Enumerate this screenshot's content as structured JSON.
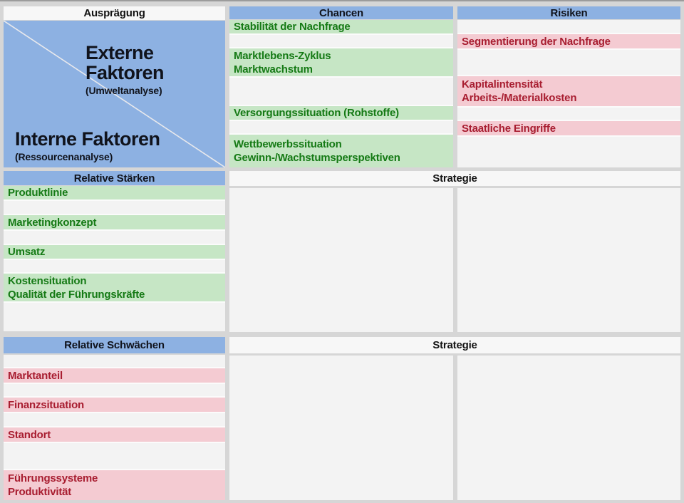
{
  "colors": {
    "page_bg": "#d6d6d6",
    "header_blue": "#8db1e2",
    "strip_bg": "#f7f7f7",
    "empty_bg": "#f3f3f3",
    "green_bg": "#c6e6c5",
    "green_text": "#157a15",
    "pink_bg": "#f4cbd2",
    "red_text": "#a81d30",
    "text_dark": "#131313",
    "diagonal_line": "#e9e9ec"
  },
  "matrix": {
    "axis_header": "Ausprägung",
    "external_title": "Externe Faktoren",
    "external_sub": "(Umweltanalyse)",
    "internal_title": "Interne Faktoren",
    "internal_sub": "(Ressourcenanalyse)"
  },
  "columns": {
    "chancen": {
      "header": "Chancen",
      "rows": [
        {
          "text": "Stabilität der Nachfrage",
          "kind": "green",
          "h": 21
        },
        {
          "text": "",
          "kind": "empty",
          "h": 19
        },
        {
          "text": "Marktlebens-Zyklus\nMarktwachstum",
          "kind": "green",
          "h": 41
        },
        {
          "text": "",
          "kind": "empty",
          "h": 40
        },
        {
          "text": "Versorgungssituation (Rohstoffe)",
          "kind": "green",
          "h": 21
        },
        {
          "text": "",
          "kind": "empty",
          "h": 19
        },
        {
          "text": "Wettbewerbssituation\nGewinn-/Wachstumsperspektiven",
          "kind": "green",
          "h": 46
        }
      ]
    },
    "risiken": {
      "header": "Risiken",
      "rows": [
        {
          "text": "",
          "kind": "empty",
          "h": 20
        },
        {
          "text": "Segmentierung der Nachfrage",
          "kind": "pink",
          "h": 22
        },
        {
          "text": "",
          "kind": "empty",
          "h": 37
        },
        {
          "text": "Kapitalintensität\nArbeits-/Materialkosten",
          "kind": "pink",
          "h": 44
        },
        {
          "text": "",
          "kind": "empty",
          "h": 19
        },
        {
          "text": "Staatliche Eingriffe",
          "kind": "pink",
          "h": 22
        },
        {
          "text": "",
          "kind": "empty",
          "h": 43
        }
      ]
    },
    "staerken": {
      "header": "Relative Stärken",
      "rows": [
        {
          "text": "Produktlinie",
          "kind": "green",
          "h": 21
        },
        {
          "text": "",
          "kind": "empty",
          "h": 20
        },
        {
          "text": "Marketingkonzept",
          "kind": "green",
          "h": 22
        },
        {
          "text": "",
          "kind": "empty",
          "h": 20
        },
        {
          "text": "Umsatz",
          "kind": "green",
          "h": 21
        },
        {
          "text": "",
          "kind": "empty",
          "h": 19
        },
        {
          "text": "Kostensituation\nQualität der Führungskräfte",
          "kind": "green",
          "h": 41
        },
        {
          "text": "",
          "kind": "empty",
          "h": 40
        }
      ]
    },
    "schwaechen": {
      "header": "Relative Schwächen",
      "rows": [
        {
          "text": "",
          "kind": "empty",
          "h": 19
        },
        {
          "text": "Marktanteil",
          "kind": "pink",
          "h": 22
        },
        {
          "text": "",
          "kind": "empty",
          "h": 19
        },
        {
          "text": "Finanzsituation",
          "kind": "pink",
          "h": 22
        },
        {
          "text": "",
          "kind": "empty",
          "h": 20
        },
        {
          "text": "Standort",
          "kind": "pink",
          "h": 22
        },
        {
          "text": "",
          "kind": "empty",
          "h": 38
        },
        {
          "text": "Führungssysteme\nProduktivität",
          "kind": "pink",
          "h": 42
        }
      ]
    }
  },
  "strategy_top": {
    "header": "Strategie"
  },
  "strategy_bottom": {
    "header": "Strategie"
  }
}
